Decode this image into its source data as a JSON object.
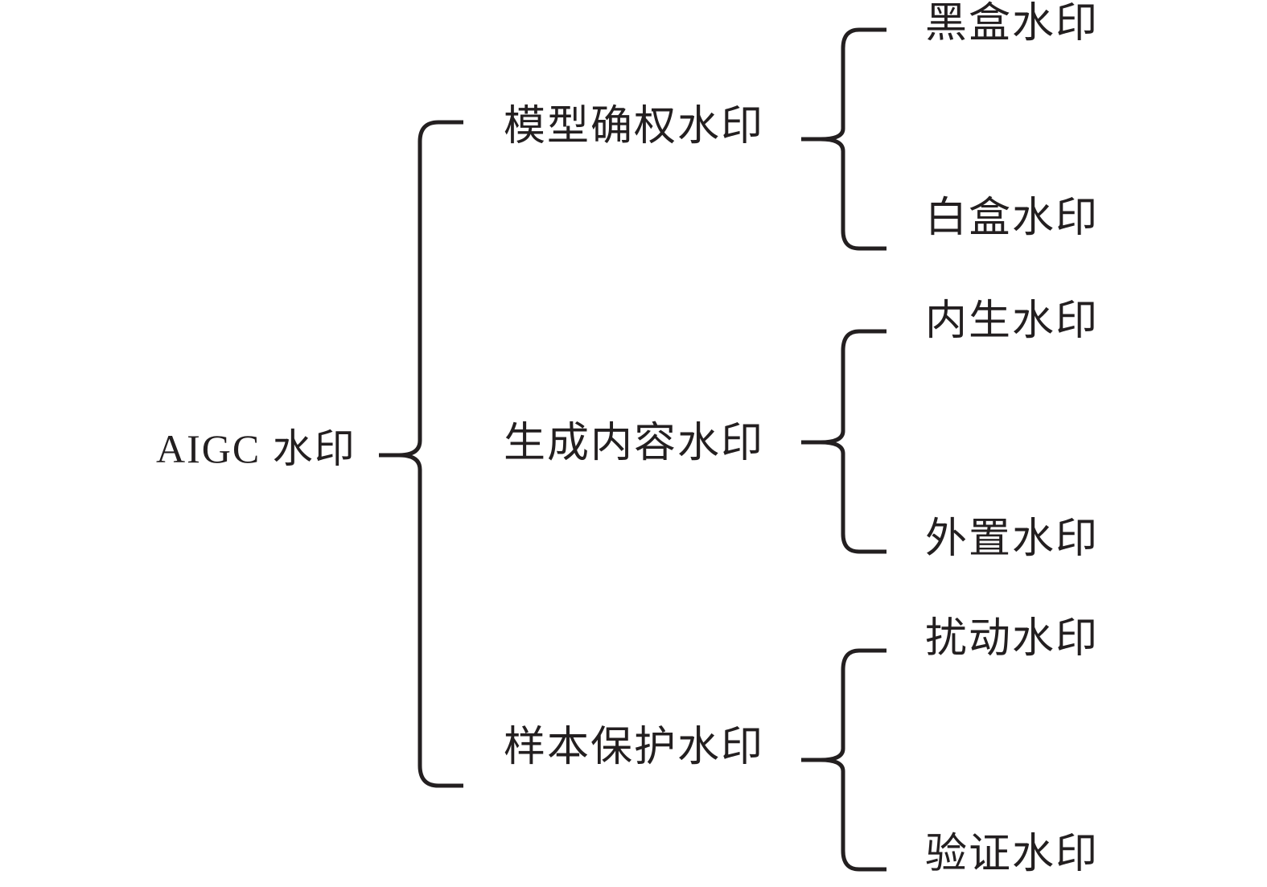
{
  "root": {
    "label": "AIGC 水印"
  },
  "categories": [
    {
      "label": "模型确权水印",
      "children": [
        {
          "label": "黑盒水印"
        },
        {
          "label": "白盒水印"
        }
      ]
    },
    {
      "label": "生成内容水印",
      "children": [
        {
          "label": "内生水印"
        },
        {
          "label": "外置水印"
        }
      ]
    },
    {
      "label": "样本保护水印",
      "children": [
        {
          "label": "扰动水印"
        },
        {
          "label": "验证水印"
        }
      ]
    }
  ],
  "colors": {
    "line": "#231f20",
    "text": "#231f20",
    "background": "#ffffff"
  }
}
